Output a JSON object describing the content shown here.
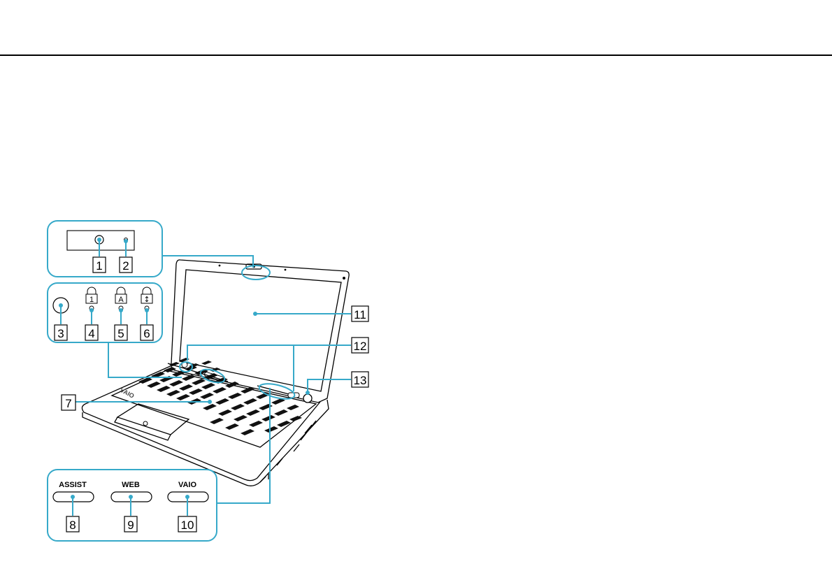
{
  "callouts": [
    {
      "n": "1"
    },
    {
      "n": "2"
    },
    {
      "n": "3"
    },
    {
      "n": "4"
    },
    {
      "n": "5"
    },
    {
      "n": "6"
    },
    {
      "n": "7"
    },
    {
      "n": "8"
    },
    {
      "n": "9"
    },
    {
      "n": "10"
    },
    {
      "n": "11"
    },
    {
      "n": "12"
    },
    {
      "n": "13"
    }
  ],
  "buttons": {
    "assist_label": "ASSIST",
    "web_label": "WEB",
    "vaio_label": "VAIO"
  },
  "indicator_glyphs": {
    "num_lock": "1",
    "caps_lock": "A",
    "scroll_lock": "↕"
  },
  "colors": {
    "accent": "#36a9c9",
    "rule": "#000000"
  }
}
